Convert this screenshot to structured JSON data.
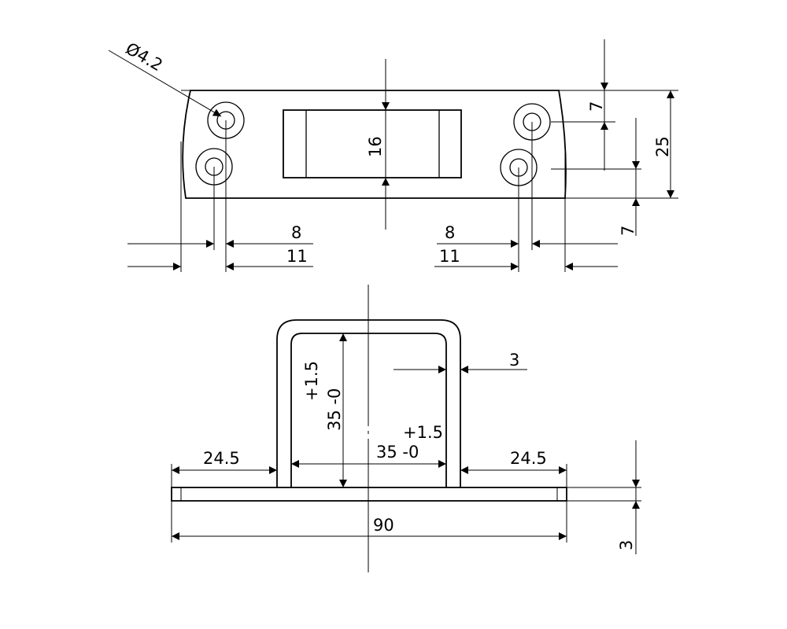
{
  "dimensions": {
    "hole_diameter": "Ø4.2",
    "slot_height": "16",
    "left_offset_inner": "8",
    "left_offset_outer": "11",
    "right_offset_inner": "8",
    "right_offset_outer": "11",
    "top_hole_offset": "7",
    "plate_width": "25",
    "bottom_hole_offset": "7",
    "material_thickness": "3",
    "height_tol_upper": "+1.5",
    "height_value": "35 -0",
    "width_tol_upper": "+1.5",
    "width_value": "35 -0",
    "flange_left": "24.5",
    "flange_right": "24.5",
    "overall_length": "90",
    "plate_thickness": "3"
  }
}
